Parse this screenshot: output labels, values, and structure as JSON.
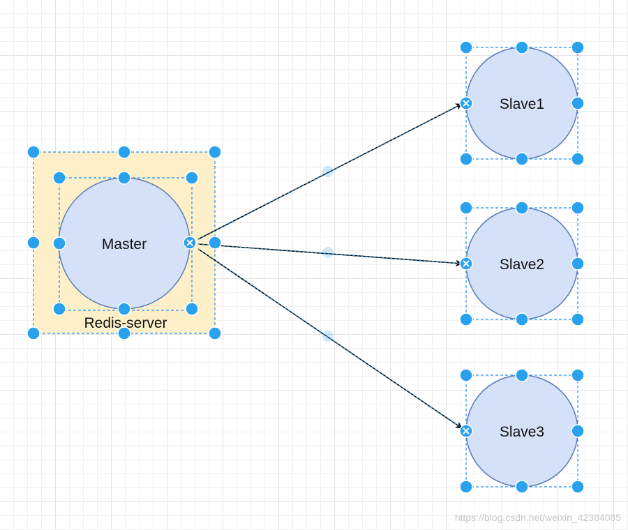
{
  "diagram": {
    "container_label": "Redis-server",
    "master_label": "Master",
    "slaves": [
      {
        "label": "Slave1"
      },
      {
        "label": "Slave2"
      },
      {
        "label": "Slave3"
      }
    ]
  },
  "colors": {
    "container_fill": "#fdf0c8",
    "node_fill": "#d4e1f8",
    "node_stroke": "#5b7bb5",
    "handle": "#29a1ed",
    "edge": "#000000",
    "selection": "#1e90ff"
  },
  "watermark": "https://blog.csdn.net/weixin_42384085"
}
